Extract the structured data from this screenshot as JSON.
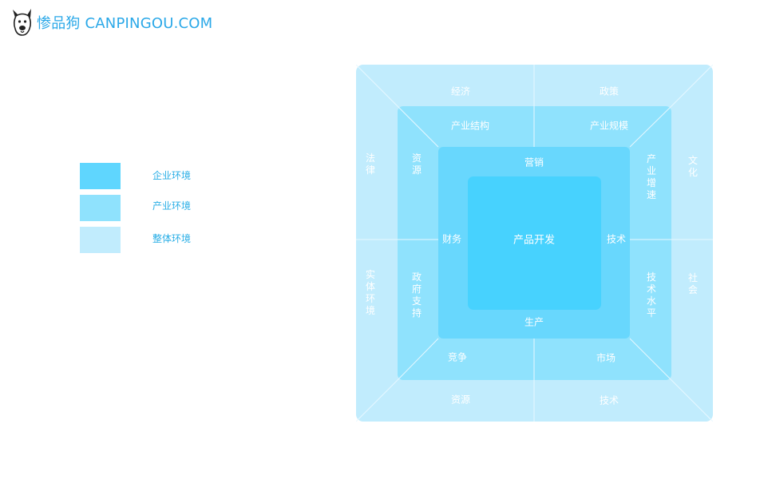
{
  "header": {
    "brand": "惨品狗 CANPINGOU.COM",
    "logo_icon": "dog-logo-icon"
  },
  "legend": [
    {
      "label": "企业环境",
      "color": "#5fd6fe"
    },
    {
      "label": "产业环境",
      "color": "#8fe2fd"
    },
    {
      "label": "整体环境",
      "color": "#c1ecfd"
    }
  ],
  "colors": {
    "outer": "#c1ecfd",
    "middle": "#8fe2fd",
    "inner": "#68d7fd",
    "core": "#47d2fe",
    "divider": "#e8f8ff",
    "label": "#ffffff",
    "legend_text": "#29aee6",
    "brand": "#2aa8e8"
  },
  "outer_ring": {
    "top_left": "经济",
    "top_right": "政策",
    "right_top": "文化",
    "right_bottom": "社会",
    "bottom_left": "资源",
    "bottom_right": "技术",
    "left_top": "法律",
    "left_bottom": "实体环境"
  },
  "middle_ring": {
    "top_left": "产业结构",
    "top_right": "产业规模",
    "right_top": "产业增速",
    "right_bottom": "技术水平",
    "bottom_left": "竞争",
    "bottom_right": "市场",
    "left_top": "资源",
    "left_bottom": "政府支持"
  },
  "inner_ring": {
    "top": "营销",
    "right": "技术",
    "bottom": "生产",
    "left": "财务"
  },
  "core": "产品开发"
}
